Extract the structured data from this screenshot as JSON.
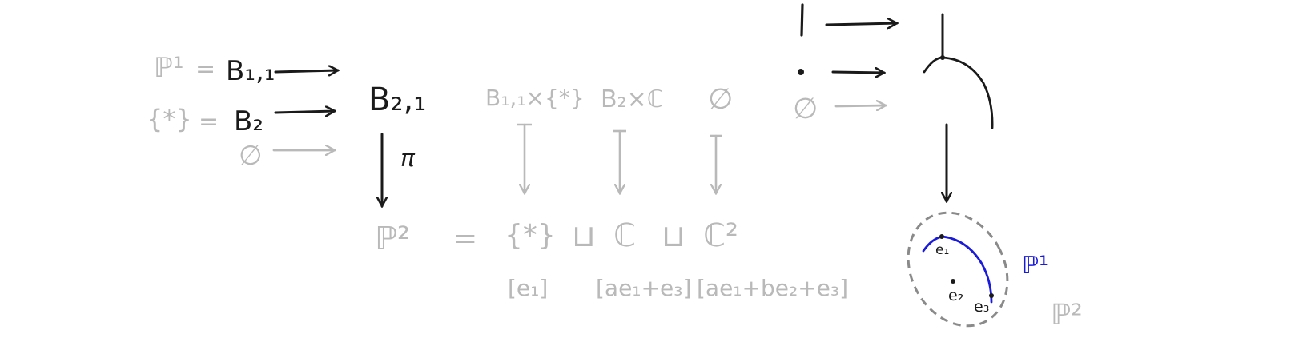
{
  "colors": {
    "ink": "#1a1a1a",
    "faded": "#b9b9b9",
    "blue": "#1a1adc",
    "dash": "#8a8a8a"
  },
  "left": {
    "row1": {
      "lhs": "ℙ¹",
      "eq": "=",
      "rhs": "B₁,₁"
    },
    "row2": {
      "lhs": "{*}",
      "eq": "=",
      "rhs": "B₂"
    },
    "row3": {
      "lhs": "∅"
    }
  },
  "center": {
    "target": "B₂,₁",
    "map_label": "π",
    "base": "ℙ²"
  },
  "strata": [
    {
      "top": "B₁,₁×{*}",
      "bottom": "{*}",
      "coord": "[e₁]"
    },
    {
      "top": "B₂×ℂ",
      "bottom": "ℂ",
      "coord": "[ae₁+e₃]"
    },
    {
      "top": "∅",
      "bottom": "ℂ²",
      "coord": "[ae₁+be₂+e₃]"
    }
  ],
  "eq_sign": "=",
  "coprod": "⊔",
  "right": {
    "empty": "∅"
  },
  "blowdown": {
    "curve_label": "ℙ¹",
    "space_label": "ℙ²",
    "p1": "e₁",
    "p2": "e₂",
    "p3": "e₃"
  }
}
